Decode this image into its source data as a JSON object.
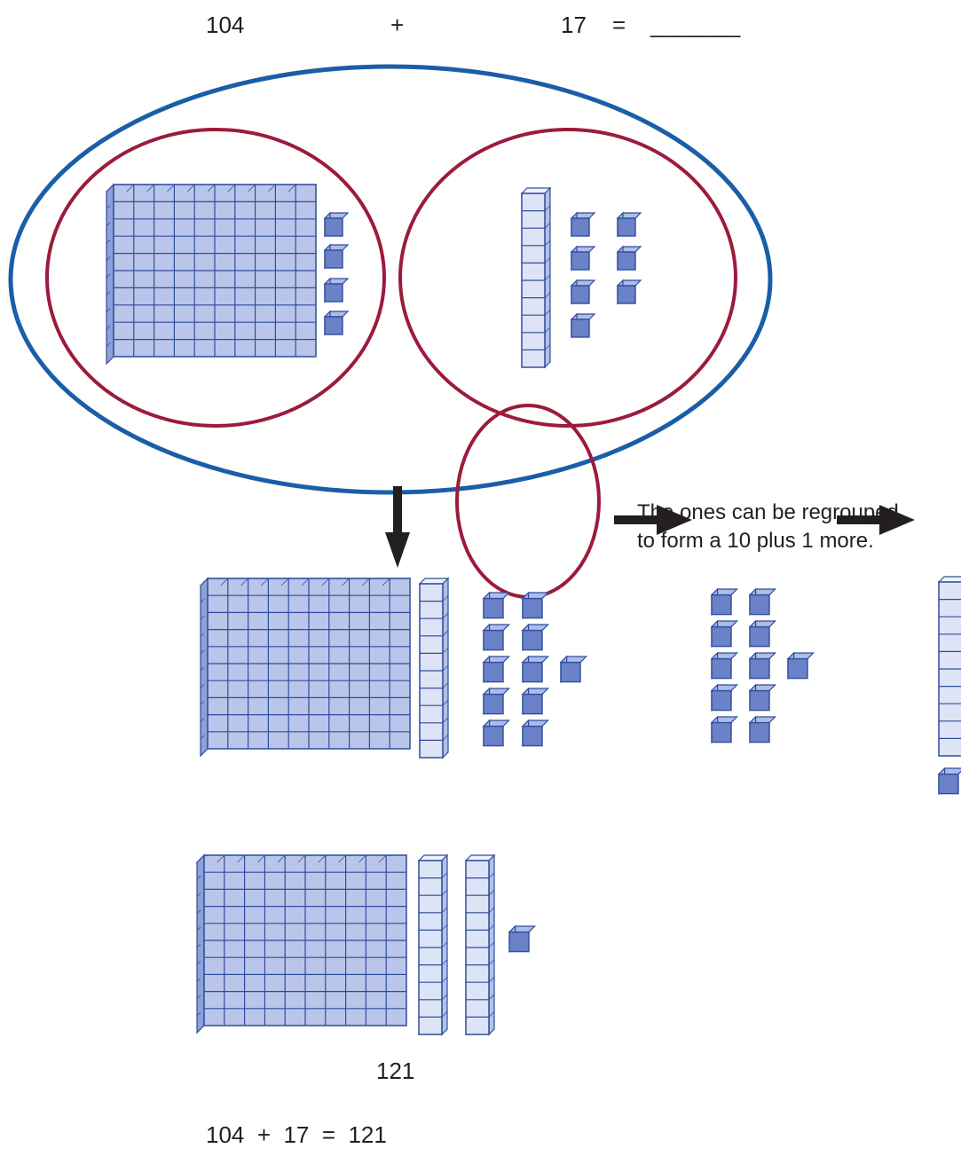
{
  "equation_top": {
    "addend_1": "104",
    "plus": "+",
    "addend_2": "17",
    "equals": "=",
    "blank": "_______"
  },
  "note": {
    "line_1": "The ones can be regrouped",
    "line_2": "to form a 10 plus 1 more."
  },
  "result_value": "121",
  "equation_bottom": "104  +  17  =  121",
  "models": {
    "first_addend": {
      "hundreds": 1,
      "tens": 0,
      "ones": 4
    },
    "second_addend": {
      "hundreds": 0,
      "tens": 1,
      "ones": 7
    },
    "combined": {
      "hundreds": 1,
      "tens": 1,
      "ones": 11
    },
    "regrouped": {
      "hundreds": 1,
      "tens": 2,
      "ones": 1
    }
  },
  "colors": {
    "outer_circle": "#1a5ea8",
    "inner_circles": "#9c1b3b",
    "block_face": "#b9c6ea",
    "block_edge": "#2e4d9e",
    "cube_front": "#6b82c8",
    "tens_rod_face": "#dce4f6",
    "arrow": "#231f20"
  },
  "icons": [
    "base-ten-flat-icon",
    "base-ten-rod-icon",
    "unit-cube-icon",
    "arrow-icon"
  ]
}
